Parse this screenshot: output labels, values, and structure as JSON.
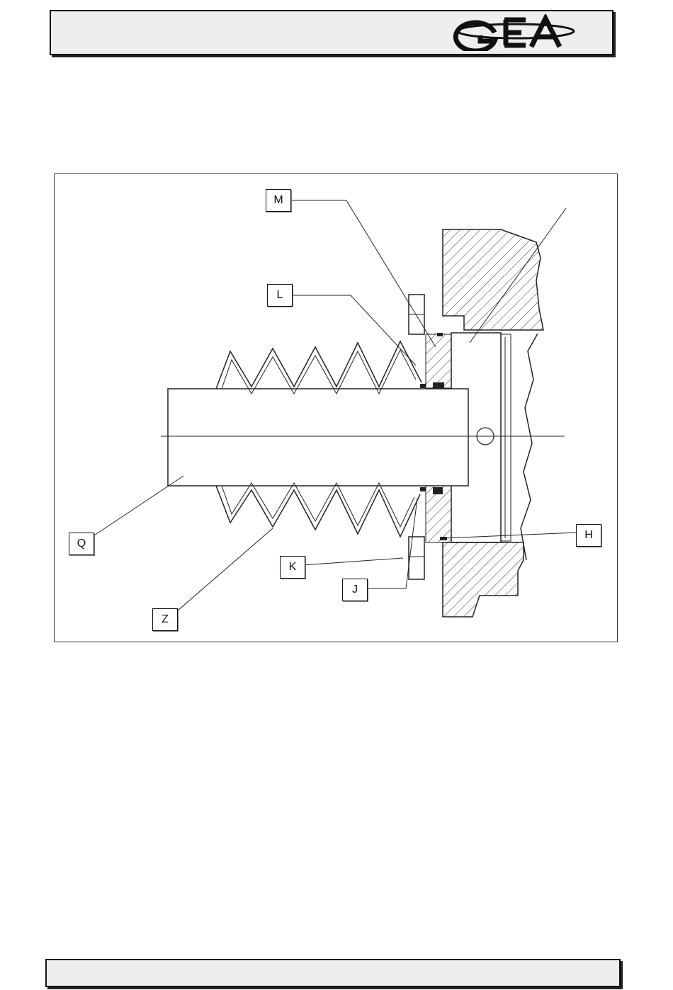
{
  "header": {
    "logo_text": "GEA",
    "logo_color": "#111111"
  },
  "figure": {
    "callouts": {
      "m": "M",
      "l": "L",
      "q": "Q",
      "z": "Z",
      "k": "K",
      "j": "J",
      "h": "H"
    },
    "line_color": "#222222",
    "hatch_color": "#333333"
  },
  "footer": {}
}
